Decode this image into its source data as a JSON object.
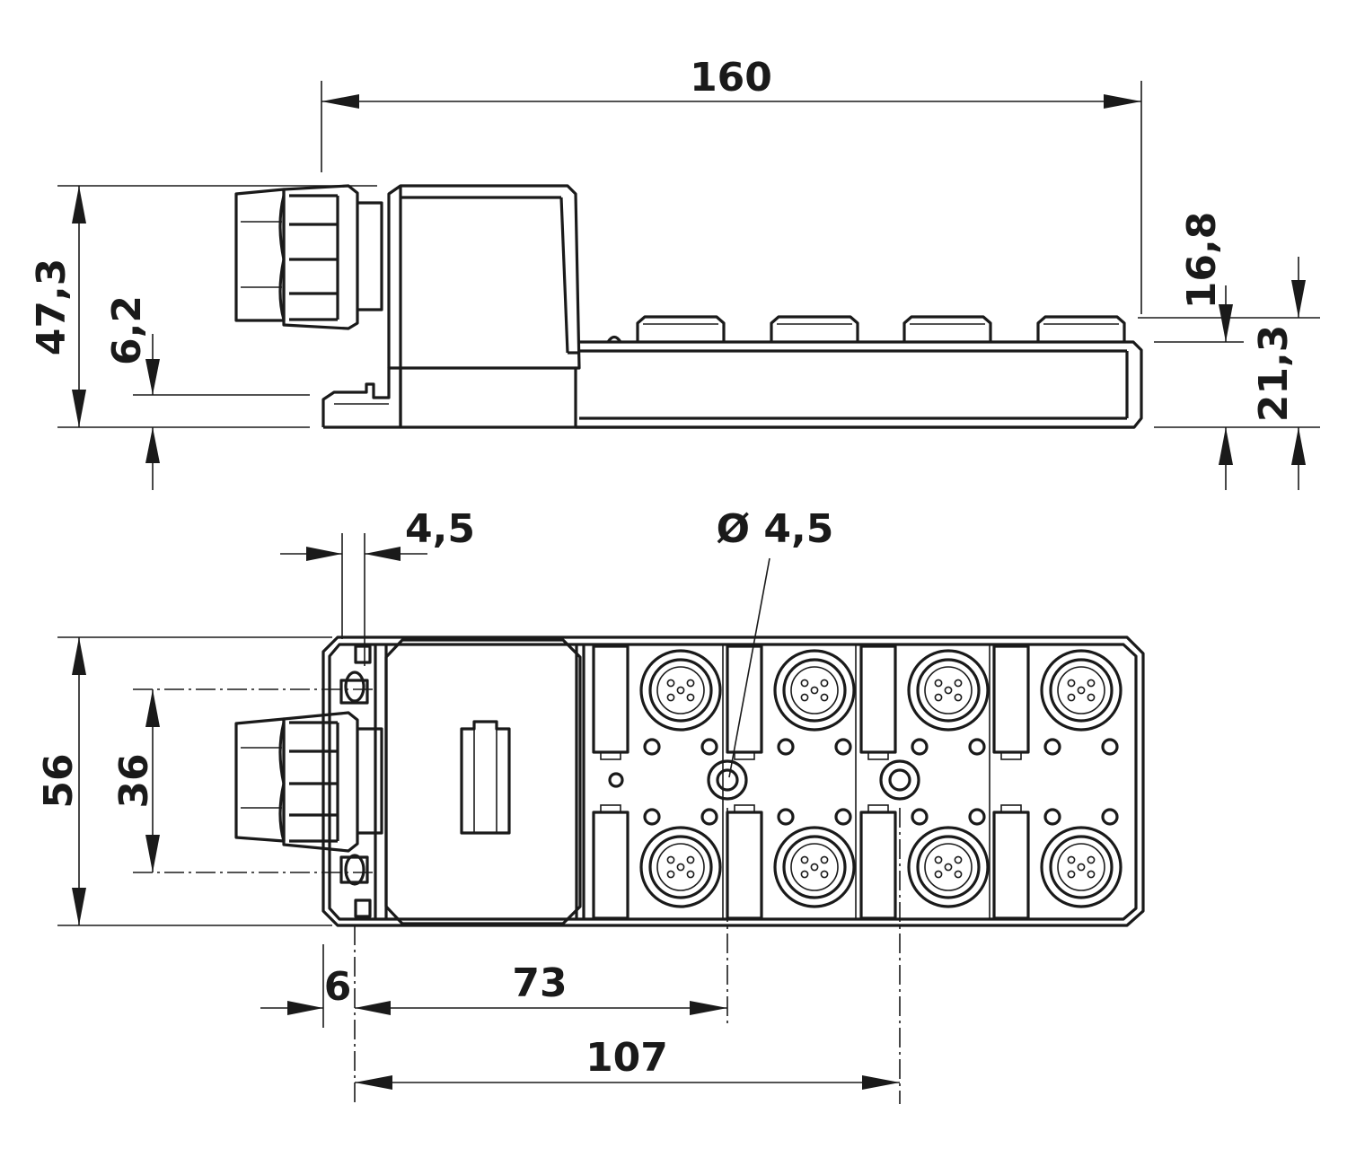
{
  "dimensions": {
    "overall_length": "160",
    "overall_height": "47,3",
    "flange_height": "6,2",
    "base_height_offset": "16,8",
    "base_height": "21,3",
    "flange_hole_width": "4,5",
    "mounting_hole_diameter": "Ø 4,5",
    "overall_width": "56",
    "hole_spacing_vertical": "36",
    "edge_offset": "6",
    "hole_distance_1": "73",
    "hole_distance_2": "107"
  }
}
